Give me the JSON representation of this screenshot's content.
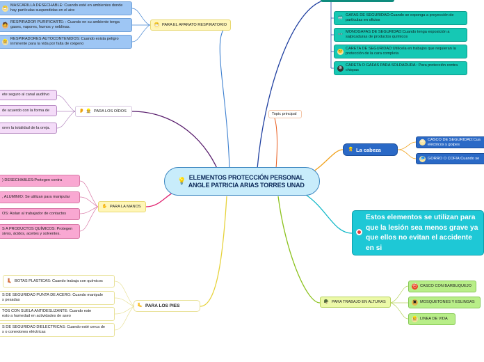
{
  "root": {
    "line1": "ELEMENTOS   PROTECCIÓN PERSONAL",
    "line2": "ANGLE PATRICIA ARIAS TORRES UNAD",
    "icon": "lightbulb-icon"
  },
  "floating_topic": {
    "label": "Topic principal"
  },
  "respiratorio": {
    "label": "PARA EL APARATO RESPIRATORIO",
    "items": [
      "MASCARILLA DESECHABLE: Cuando esté en ambientes donde hay partículas suspendidas en el aire",
      "RESPIRADOR PURIFICARTE: : Cuando en su ambiente tenga gases, vapores, humos y neblinas.",
      "RESPIRADORES AUTOCONTENIDOS: Cuando exista peligro inminente para la vida por falta de oxigeno"
    ]
  },
  "oidos": {
    "label": "PARA LOS OÍDOS",
    "items": [
      "ete seguro al canal auditivo",
      "de acuerdo con la forma de",
      "oren la totalidad de la oreja."
    ]
  },
  "manos": {
    "label": "PARA LA MANOS",
    "items": [
      ") DESECHABLES:Protegen contra",
      ", ALUMINIO: Se utilizan para manipular",
      "OS: Aislan al trabajador de contactos",
      "S A PRODUCTOS QUÍMICOS:  Protegen",
      "sivos, ácidos, aceites y solventes."
    ]
  },
  "pies": {
    "label": "PARA LOS PIES",
    "items": [
      [
        "BOTAS PLASTICAS: Cuando trabaja con químicos"
      ],
      [
        "S DE SEGURIDAD PUNTA DE ACERO: Cuando manipule",
        "s pesadas"
      ],
      [
        "TOS CON SUELA ANTIDESLIZANTE:  Cuando este",
        "esto a humedad en actividades de aseo"
      ],
      [
        "S DE SEGURIDAD DIELECTRICAS: Cuando esté cerca de",
        "s o conexiones eléctricas"
      ]
    ]
  },
  "ojos": {
    "items": [
      [
        "GAFAS DE SEGURIDAD:Cuando se exponga a proyección de",
        "partículas en oficios"
      ],
      [
        "MONOGAFAS DE SEGURIDAD:Cuando tenga exposición a",
        "salpicaduras de productos químicos"
      ],
      [
        "CARETA DE SEGURIDAD:Utilícela en trabajos que requieran la",
        "protección de la cara completa"
      ],
      [
        "CARETA O GAFAS PARA SOLDADURA : Para protección contra",
        "chispas"
      ]
    ]
  },
  "cabeza": {
    "label": "La cabeza",
    "items": [
      [
        "CASCO DE SEGURIDAD:Cua",
        "eléctricos y golpes"
      ],
      [
        "GORRO O COFIA:Cuando se"
      ]
    ]
  },
  "nota": {
    "text": "Estos elementos se utilizan para  que la lesión sea menos grave ya que ellos no evitan el accidente en si"
  },
  "alturas": {
    "label": "PARA TRABAJO EN ALTURAS",
    "items": [
      "CASCO CON BARBUQUEJO",
      "MOSQUETONES Y ESLINGAS",
      "LINEA DE VIDA"
    ]
  },
  "colors": {
    "respiratorio": "#3d80d0",
    "oidos": "#5a1f6e",
    "manos": "#e0206e",
    "pies": "#e6d23a",
    "ojos": "#1f3fa0",
    "topic": "#e85a1a",
    "cabeza": "#f1a21c",
    "nota": "#10b8c8",
    "alturas": "#8cc21e"
  }
}
